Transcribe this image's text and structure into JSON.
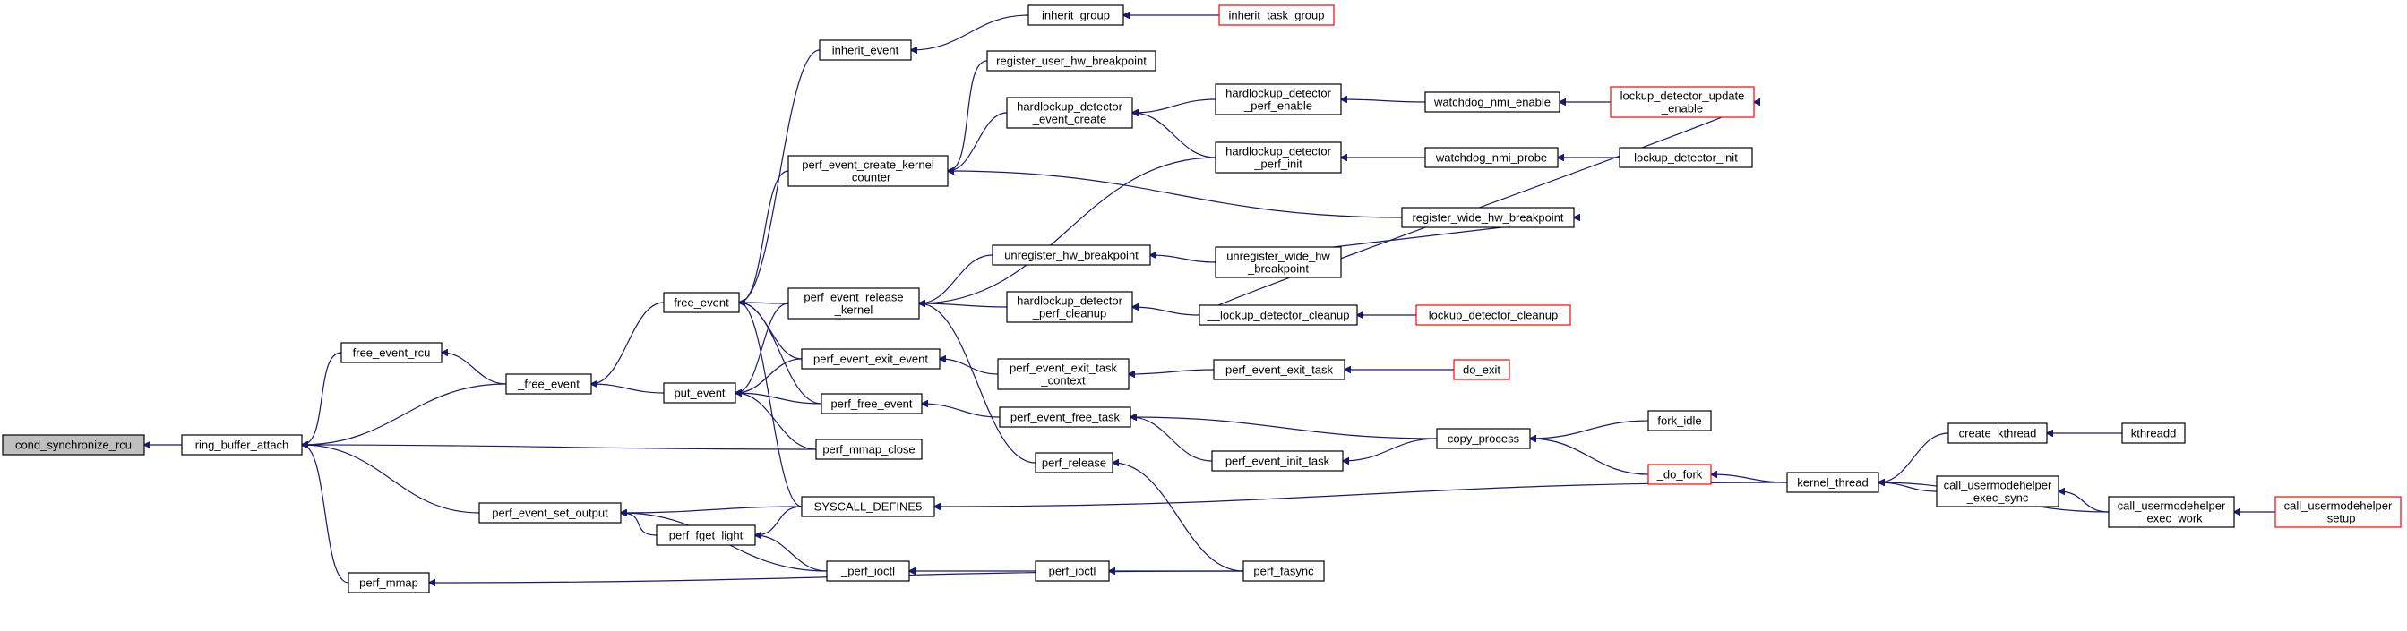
{
  "diagram": {
    "type": "call-graph",
    "direction": "right-to-left",
    "edge_color": "#191970",
    "highlight_fill": "#bfbfbf",
    "truncated_border_color": "#ff0000",
    "nodes": [
      {
        "id": "cond_synchronize_rcu",
        "lines": [
          "cond_synchronize_rcu"
        ],
        "highlight": true
      },
      {
        "id": "ring_buffer_attach",
        "lines": [
          "ring_buffer_attach"
        ]
      },
      {
        "id": "free_event_rcu",
        "lines": [
          "free_event_rcu"
        ]
      },
      {
        "id": "_free_event",
        "lines": [
          "_free_event"
        ]
      },
      {
        "id": "free_event",
        "lines": [
          "free_event"
        ]
      },
      {
        "id": "put_event",
        "lines": [
          "put_event"
        ]
      },
      {
        "id": "perf_event_set_output",
        "lines": [
          "perf_event_set_output"
        ]
      },
      {
        "id": "perf_mmap",
        "lines": [
          "perf_mmap"
        ]
      },
      {
        "id": "perf_fget_light",
        "lines": [
          "perf_fget_light"
        ]
      },
      {
        "id": "_perf_ioctl",
        "lines": [
          "_perf_ioctl"
        ]
      },
      {
        "id": "perf_ioctl",
        "lines": [
          "perf_ioctl"
        ]
      },
      {
        "id": "perf_fasync",
        "lines": [
          "perf_fasync"
        ]
      },
      {
        "id": "SYSCALL_DEFINE5",
        "lines": [
          "SYSCALL_DEFINE5"
        ]
      },
      {
        "id": "perf_mmap_close",
        "lines": [
          "perf_mmap_close"
        ]
      },
      {
        "id": "perf_free_event",
        "lines": [
          "perf_free_event"
        ]
      },
      {
        "id": "perf_event_exit_event",
        "lines": [
          "perf_event_exit_event"
        ]
      },
      {
        "id": "perf_event_release_kernel",
        "lines": [
          "perf_event_release",
          "_kernel"
        ]
      },
      {
        "id": "perf_event_create_kernel_counter",
        "lines": [
          "perf_event_create_kernel",
          "_counter"
        ]
      },
      {
        "id": "inherit_event",
        "lines": [
          "inherit_event"
        ]
      },
      {
        "id": "inherit_group",
        "lines": [
          "inherit_group"
        ]
      },
      {
        "id": "inherit_task_group",
        "lines": [
          "inherit_task_group"
        ],
        "truncated": true
      },
      {
        "id": "register_user_hw_breakpoint",
        "lines": [
          "register_user_hw_breakpoint"
        ]
      },
      {
        "id": "hardlockup_detector_event_create",
        "lines": [
          "hardlockup_detector",
          "_event_create"
        ]
      },
      {
        "id": "hardlockup_detector_perf_enable",
        "lines": [
          "hardlockup_detector",
          "_perf_enable"
        ]
      },
      {
        "id": "watchdog_nmi_enable",
        "lines": [
          "watchdog_nmi_enable"
        ]
      },
      {
        "id": "lockup_detector_update_enable",
        "lines": [
          "lockup_detector_update",
          "_enable"
        ],
        "truncated": true
      },
      {
        "id": "hardlockup_detector_perf_init",
        "lines": [
          "hardlockup_detector",
          "_perf_init"
        ]
      },
      {
        "id": "watchdog_nmi_probe",
        "lines": [
          "watchdog_nmi_probe"
        ]
      },
      {
        "id": "lockup_detector_init",
        "lines": [
          "lockup_detector_init"
        ]
      },
      {
        "id": "register_wide_hw_breakpoint",
        "lines": [
          "register_wide_hw_breakpoint"
        ]
      },
      {
        "id": "unregister_hw_breakpoint",
        "lines": [
          "unregister_hw_breakpoint"
        ]
      },
      {
        "id": "unregister_wide_hw_breakpoint",
        "lines": [
          "unregister_wide_hw",
          "_breakpoint"
        ]
      },
      {
        "id": "hardlockup_detector_perf_cleanup",
        "lines": [
          "hardlockup_detector",
          "_perf_cleanup"
        ]
      },
      {
        "id": "__lockup_detector_cleanup",
        "lines": [
          "__lockup_detector_cleanup"
        ]
      },
      {
        "id": "lockup_detector_cleanup",
        "lines": [
          "lockup_detector_cleanup"
        ],
        "truncated": true
      },
      {
        "id": "perf_event_exit_task_context",
        "lines": [
          "perf_event_exit_task",
          "_context"
        ]
      },
      {
        "id": "perf_event_exit_task",
        "lines": [
          "perf_event_exit_task"
        ]
      },
      {
        "id": "do_exit",
        "lines": [
          "do_exit"
        ],
        "truncated": true
      },
      {
        "id": "perf_event_free_task",
        "lines": [
          "perf_event_free_task"
        ]
      },
      {
        "id": "perf_event_init_task",
        "lines": [
          "perf_event_init_task"
        ]
      },
      {
        "id": "copy_process",
        "lines": [
          "copy_process"
        ]
      },
      {
        "id": "fork_idle",
        "lines": [
          "fork_idle"
        ]
      },
      {
        "id": "_do_fork",
        "lines": [
          "_do_fork"
        ],
        "truncated": true
      },
      {
        "id": "perf_release",
        "lines": [
          "perf_release"
        ]
      },
      {
        "id": "kernel_thread",
        "lines": [
          "kernel_thread"
        ]
      },
      {
        "id": "create_kthread",
        "lines": [
          "create_kthread"
        ]
      },
      {
        "id": "kthreadd",
        "lines": [
          "kthreadd"
        ]
      },
      {
        "id": "call_usermodehelper_exec_sync",
        "lines": [
          "call_usermodehelper",
          "_exec_sync"
        ]
      },
      {
        "id": "call_usermodehelper_exec_work",
        "lines": [
          "call_usermodehelper",
          "_exec_work"
        ]
      },
      {
        "id": "call_usermodehelper_setup",
        "lines": [
          "call_usermodehelper",
          "_setup"
        ],
        "truncated": true
      }
    ],
    "edges": [
      [
        "ring_buffer_attach",
        "cond_synchronize_rcu"
      ],
      [
        "free_event_rcu",
        "ring_buffer_attach"
      ],
      [
        "_free_event",
        "ring_buffer_attach"
      ],
      [
        "perf_mmap_close",
        "ring_buffer_attach"
      ],
      [
        "perf_event_set_output",
        "ring_buffer_attach"
      ],
      [
        "perf_mmap",
        "ring_buffer_attach"
      ],
      [
        "_free_event",
        "free_event_rcu"
      ],
      [
        "free_event",
        "_free_event"
      ],
      [
        "put_event",
        "_free_event"
      ],
      [
        "inherit_event",
        "free_event"
      ],
      [
        "perf_event_create_kernel_counter",
        "free_event"
      ],
      [
        "perf_event_release_kernel",
        "free_event"
      ],
      [
        "perf_event_exit_event",
        "free_event"
      ],
      [
        "perf_free_event",
        "free_event"
      ],
      [
        "SYSCALL_DEFINE5",
        "free_event"
      ],
      [
        "perf_event_release_kernel",
        "put_event"
      ],
      [
        "perf_event_exit_event",
        "put_event"
      ],
      [
        "perf_free_event",
        "put_event"
      ],
      [
        "perf_mmap_close",
        "put_event"
      ],
      [
        "SYSCALL_DEFINE5",
        "perf_event_set_output"
      ],
      [
        "perf_fget_light",
        "perf_event_set_output"
      ],
      [
        "_perf_ioctl",
        "perf_event_set_output"
      ],
      [
        "SYSCALL_DEFINE5",
        "perf_fget_light"
      ],
      [
        "_perf_ioctl",
        "perf_fget_light"
      ],
      [
        "perf_ioctl",
        "_perf_ioctl"
      ],
      [
        "perf_fasync",
        "perf_ioctl"
      ],
      [
        "perf_fasync",
        "perf_mmap"
      ],
      [
        "kernel_thread",
        "SYSCALL_DEFINE5"
      ],
      [
        "perf_event_free_task",
        "perf_free_event"
      ],
      [
        "perf_event_exit_task_context",
        "perf_event_exit_event"
      ],
      [
        "unregister_hw_breakpoint",
        "perf_event_release_kernel"
      ],
      [
        "hardlockup_detector_perf_cleanup",
        "perf_event_release_kernel"
      ],
      [
        "perf_release",
        "perf_event_release_kernel"
      ],
      [
        "hardlockup_detector_perf_init",
        "perf_event_release_kernel"
      ],
      [
        "register_user_hw_breakpoint",
        "perf_event_create_kernel_counter"
      ],
      [
        "hardlockup_detector_event_create",
        "perf_event_create_kernel_counter"
      ],
      [
        "register_wide_hw_breakpoint",
        "perf_event_create_kernel_counter"
      ],
      [
        "inherit_group",
        "inherit_event"
      ],
      [
        "inherit_task_group",
        "inherit_group"
      ],
      [
        "hardlockup_detector_perf_enable",
        "hardlockup_detector_event_create"
      ],
      [
        "hardlockup_detector_perf_init",
        "hardlockup_detector_event_create"
      ],
      [
        "watchdog_nmi_enable",
        "hardlockup_detector_perf_enable"
      ],
      [
        "lockup_detector_update_enable",
        "watchdog_nmi_enable"
      ],
      [
        "watchdog_nmi_probe",
        "hardlockup_detector_perf_init"
      ],
      [
        "lockup_detector_init",
        "watchdog_nmi_probe"
      ],
      [
        "unregister_wide_hw_breakpoint",
        "unregister_hw_breakpoint"
      ],
      [
        "unregister_wide_hw_breakpoint",
        "register_wide_hw_breakpoint"
      ],
      [
        "__lockup_detector_cleanup",
        "hardlockup_detector_perf_cleanup"
      ],
      [
        "__lockup_detector_cleanup",
        "lockup_detector_update_enable"
      ],
      [
        "lockup_detector_cleanup",
        "__lockup_detector_cleanup"
      ],
      [
        "perf_event_exit_task",
        "perf_event_exit_task_context"
      ],
      [
        "do_exit",
        "perf_event_exit_task"
      ],
      [
        "copy_process",
        "perf_event_free_task"
      ],
      [
        "perf_event_init_task",
        "perf_event_free_task"
      ],
      [
        "copy_process",
        "perf_event_init_task"
      ],
      [
        "fork_idle",
        "copy_process"
      ],
      [
        "_do_fork",
        "copy_process"
      ],
      [
        "kernel_thread",
        "_do_fork"
      ],
      [
        "perf_fasync",
        "perf_release"
      ],
      [
        "create_kthread",
        "kernel_thread"
      ],
      [
        "call_usermodehelper_exec_sync",
        "kernel_thread"
      ],
      [
        "call_usermodehelper_exec_work",
        "kernel_thread"
      ],
      [
        "kthreadd",
        "create_kthread"
      ],
      [
        "call_usermodehelper_exec_work",
        "call_usermodehelper_exec_sync"
      ],
      [
        "call_usermodehelper_setup",
        "call_usermodehelper_exec_work"
      ]
    ]
  }
}
